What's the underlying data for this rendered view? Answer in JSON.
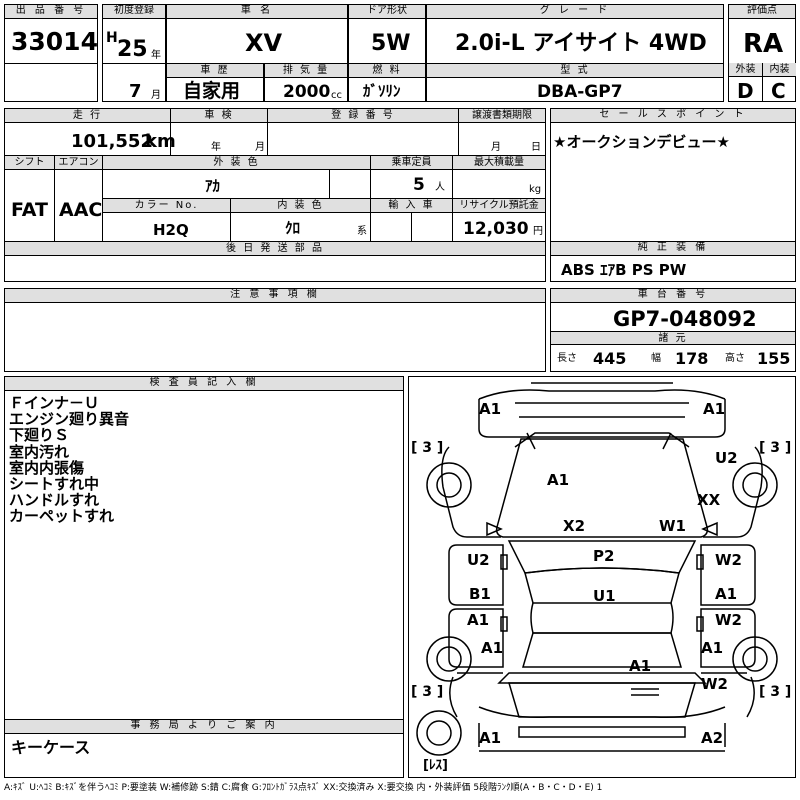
{
  "header": {
    "lot_label": "出 品 番 号",
    "lot_number": "33014",
    "first_reg_label": "初度登録",
    "era": "H",
    "year": "25",
    "year_unit": "年",
    "month": "7",
    "month_unit": "月",
    "car_name_label": "車 名",
    "car_name": "XV",
    "door_label": "ドア形状",
    "door": "5W",
    "grade_label": "グ レ ー ド",
    "grade": "2.0i-L アイサイト 4WD",
    "score_label": "評価点",
    "score": "RA",
    "history_label": "車 歴",
    "history": "自家用",
    "displacement_label": "排 気 量",
    "displacement": "2000",
    "displacement_unit": "cc",
    "fuel_label": "燃 料",
    "fuel": "ｶﾞｿﾘﾝ",
    "model_label": "型 式",
    "model": "DBA-GP7",
    "exterior_label": "外装",
    "exterior": "D",
    "interior_label": "内装",
    "interior": "C"
  },
  "row2": {
    "mileage_label": "走 行",
    "mileage": "101,552",
    "mileage_unit": "km",
    "inspection_label": "車 検",
    "inspection_year_unit": "年",
    "inspection_month_unit": "月",
    "registration_label": "登 録 番 号",
    "transfer_label": "譲渡書類期限",
    "transfer_month_unit": "月",
    "transfer_day_unit": "日",
    "shift_label": "シフト",
    "shift": "FAT",
    "ac_label": "エアコン",
    "ac": "AAC",
    "color_label": "外 装 色",
    "color": "ｱｶ",
    "capacity_label": "乗車定員",
    "capacity": "5",
    "capacity_unit": "人",
    "max_load_label": "最大積載量",
    "max_load_unit": "kg",
    "color_no_label": "カラー No.",
    "color_no": "H2Q",
    "int_color_label": "内 装 色",
    "int_color": "ｸﾛ",
    "int_color_unit": "系",
    "import_label": "輸 入 車",
    "recycle_label": "リサイクル預託金",
    "recycle": "12,030",
    "recycle_unit": "円",
    "later_parts_label": "後 日 発 送 部 品"
  },
  "sales_point": {
    "label": "セ ー ル ス ポ イ ン ト",
    "text": "★オークションデビュー★"
  },
  "equipment": {
    "label": "純 正 装 備",
    "text": "ABS ｴｱB PS PW"
  },
  "notes": {
    "label": "注 意 事 項 欄"
  },
  "chassis": {
    "label": "車 台 番 号",
    "number": "GP7-048092",
    "specs_label": "諸 元",
    "length_label": "長さ",
    "length": "445",
    "width_label": "幅",
    "width": "178",
    "height_label": "高さ",
    "height": "155"
  },
  "inspector": {
    "label": "検 査 員 記 入 欄",
    "lines": [
      "Ｆインナ－Ｕ",
      "エンジン廻り異音",
      "下廻りＳ",
      "室内汚れ",
      "室内内張傷",
      "シートすれ中",
      "ハンドルすれ",
      "カーペットすれ"
    ]
  },
  "office": {
    "label": "事 務 局 よ り ご 案 内",
    "text": "キーケース"
  },
  "diagram": {
    "marks": [
      "A1",
      "A1",
      "U2",
      "XX",
      "A1",
      "X2",
      "W1",
      "P2",
      "U2",
      "W2",
      "U1",
      "B1",
      "A1",
      "A1",
      "W2",
      "A1",
      "A1",
      "A1",
      "W2",
      "A1",
      "A2"
    ],
    "tires": [
      "[ 3 ]",
      "[ 3 ]",
      "[ 3 ]",
      "[ 3 ]",
      "[ﾚｽ]"
    ]
  },
  "legend": "A:ｷｽﾞ U:ﾍｺﾐ B:ｷｽﾞを伴うﾍｺﾐ P:要塗装 W:補修跡 S:錆 C:腐食 G:ﾌﾛﾝﾄｶﾞﾗｽ点ｷｽﾞ XX:交換済み X:要交換 内・外装評価 5段階ﾗﾝｸ順(A・B・C・D・E) 1"
}
